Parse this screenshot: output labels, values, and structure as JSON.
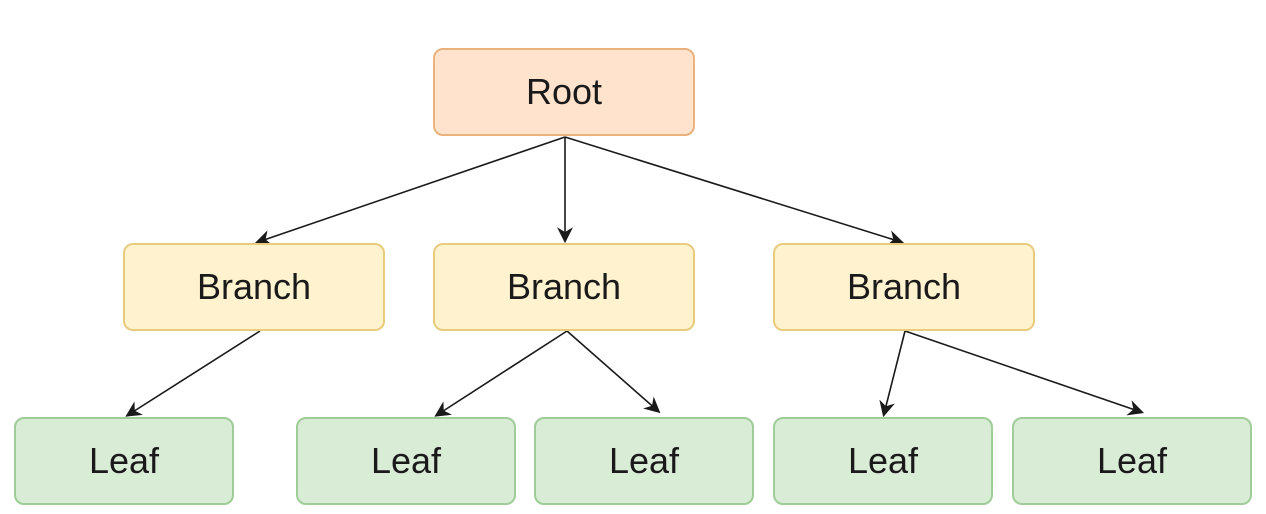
{
  "diagram": {
    "root": {
      "label": "Root"
    },
    "branches": [
      {
        "label": "Branch"
      },
      {
        "label": "Branch"
      },
      {
        "label": "Branch"
      }
    ],
    "leaves": [
      {
        "label": "Leaf"
      },
      {
        "label": "Leaf"
      },
      {
        "label": "Leaf"
      },
      {
        "label": "Leaf"
      },
      {
        "label": "Leaf"
      }
    ],
    "colors": {
      "root_fill": "#ffe3cc",
      "root_stroke": "#e9b27f",
      "branch_fill": "#fff3cf",
      "branch_stroke": "#e8cc7d",
      "leaf_fill": "#d9ecd6",
      "leaf_stroke": "#9fcd98",
      "edge": "#1a1a1a"
    }
  }
}
